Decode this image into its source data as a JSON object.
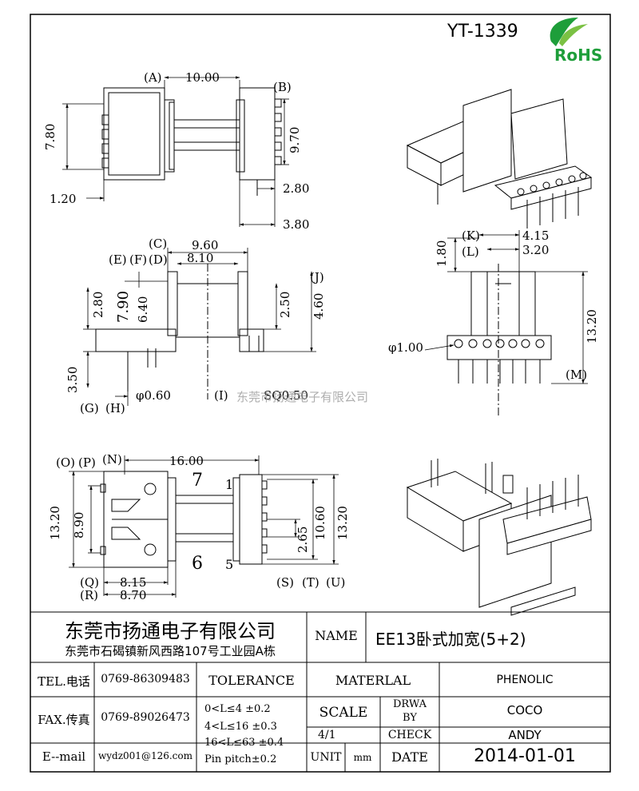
{
  "header": {
    "part_number": "YT-1339",
    "rohs_text": "RoHS"
  },
  "views": {
    "top": {
      "labels": [
        "(A)",
        "(B)"
      ],
      "dims": [
        "10.00",
        "7.80",
        "9.70",
        "1.20",
        "2.80",
        "3.80"
      ]
    },
    "side": {
      "labels": [
        "(C)",
        "(E)",
        "(F)",
        "(D)",
        "(J)",
        "(G)",
        "(H)",
        "(I)"
      ],
      "dims": [
        "9.60",
        "8.10",
        "2.80",
        "7.90",
        "6.40",
        "2.50",
        "4.60",
        "3.50",
        "φ0.60",
        "SQ0.50"
      ]
    },
    "bottom": {
      "labels": [
        "(O)",
        "(P)",
        "(N)",
        "(Q)",
        "(R)",
        "(S)",
        "(T)",
        "(U)"
      ],
      "dims": [
        "16.00",
        "13.20",
        "8.90",
        "2.65",
        "10.60",
        "13.20",
        "8.15",
        "8.70"
      ],
      "pin_numbers": [
        "7",
        "1",
        "6",
        "5"
      ]
    },
    "front": {
      "labels": [
        "(K)",
        "(L)",
        "(M)"
      ],
      "dims": [
        "1.80",
        "4.15",
        "3.20",
        "13.20",
        "φ1.00"
      ]
    }
  },
  "watermark": "东莞市扬通电子有限公司",
  "title_block": {
    "company": "东莞市扬通电子有限公司",
    "address": "东莞市石碣镇新风西路107号工业园A栋",
    "name_label": "NAME",
    "name_value": "EE13卧式加宽(5+2)",
    "tel_label": "TEL.电话",
    "tel_value": "0769-86309483",
    "fax_label": "FAX.传真",
    "fax_value": "0769-89026473",
    "email_label": "E--mail",
    "email_value": "wydz001@126.com",
    "tolerance_label": "TOLERANCE",
    "tol_1": "0<L≤4   ±0.2",
    "tol_2": "4<L≤16  ±0.3",
    "tol_3": "16<L≤63 ±0.4",
    "tol_4": "Pin pitch±0.2",
    "material_label": "MATERLAL",
    "material_value": "PHENOLIC",
    "scale_label": "SCALE",
    "scale_value": "4/1",
    "drwa_label_1": "DRWA",
    "drwa_label_2": "BY",
    "drwa_value": "COCO",
    "check_label": "CHECK",
    "check_value": "ANDY",
    "unit_label": "UNIT",
    "unit_value": "mm",
    "date_label": "DATE",
    "date_value": "2014-01-01"
  }
}
